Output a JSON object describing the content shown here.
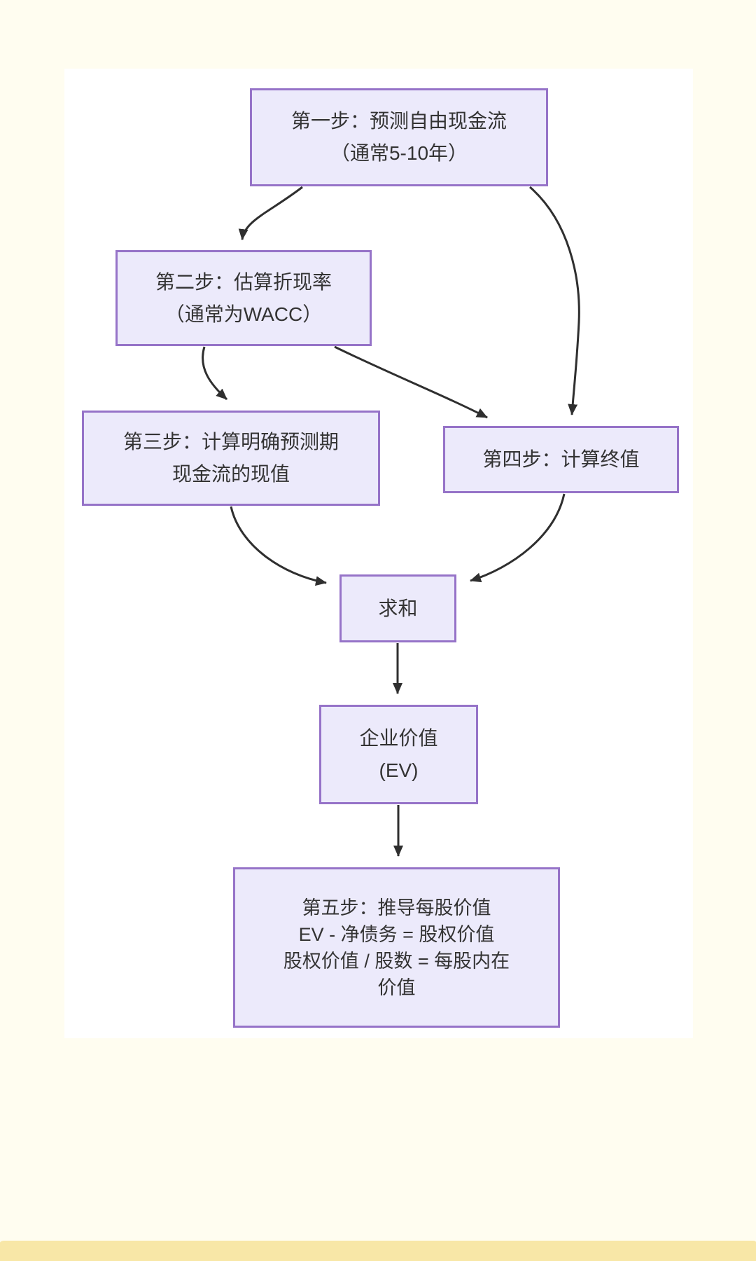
{
  "page": {
    "background_color": "#fffdf0",
    "canvas_color": "#ffffff",
    "bottom_strip_color": "#f8e7a7"
  },
  "flowchart": {
    "node_fill_color": "#eceafb",
    "node_border_color": "#9673c8",
    "text_color": "#333333",
    "arrow_color": "#2f2f2f",
    "nodes": [
      {
        "id": "step1",
        "lines": [
          "第一步：预测自由现金流",
          "（通常5-10年）"
        ]
      },
      {
        "id": "step2",
        "lines": [
          "第二步：估算折现率",
          "（通常为WACC）"
        ]
      },
      {
        "id": "step3",
        "lines": [
          "第三步：计算明确预测期",
          "现金流的现值"
        ]
      },
      {
        "id": "step4",
        "lines": [
          "第四步：计算终值"
        ]
      },
      {
        "id": "sum",
        "lines": [
          "求和"
        ]
      },
      {
        "id": "ev",
        "lines": [
          "企业价值",
          "(EV)"
        ]
      },
      {
        "id": "step5",
        "lines": [
          "第五步：推导每股价值",
          "EV - 净债务 = 股权价值",
          "股权价值 / 股数 = 每股内在",
          "价值"
        ]
      }
    ],
    "edges": [
      "step1->step2",
      "step1->step4",
      "step2->step3",
      "step2->step4",
      "step3->sum",
      "step4->sum",
      "sum->ev",
      "ev->step5"
    ]
  }
}
